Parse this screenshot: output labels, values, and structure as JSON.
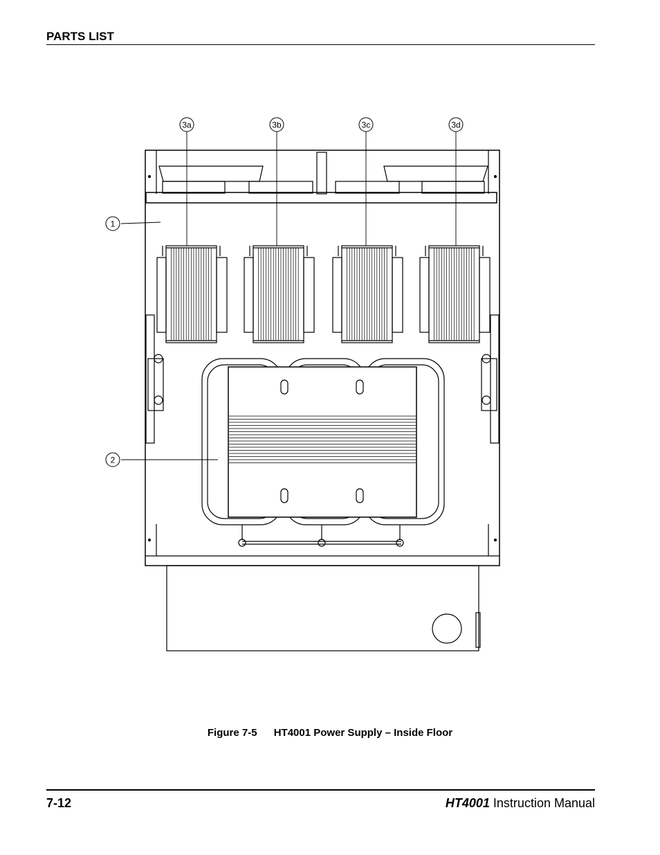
{
  "header": {
    "section_title": "PARTS LIST"
  },
  "figure": {
    "callouts": [
      "1",
      "2",
      "3a",
      "3b",
      "3c",
      "3d"
    ],
    "caption_number": "Figure 7-5",
    "caption_title": "HT4001 Power Supply – Inside Floor"
  },
  "footer": {
    "page_number": "7-12",
    "model": "HT4001",
    "manual_text": "Instruction Manual"
  }
}
